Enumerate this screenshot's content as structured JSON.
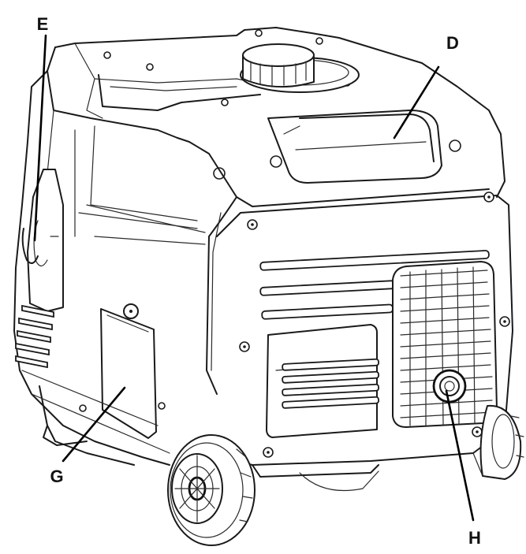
{
  "callouts": [
    {
      "id": "E",
      "label": "E"
    },
    {
      "id": "D",
      "label": "D"
    },
    {
      "id": "G",
      "label": "G"
    },
    {
      "id": "H",
      "label": "H"
    }
  ],
  "colors": {
    "line": "#1a1a1a",
    "background": "#ffffff"
  }
}
